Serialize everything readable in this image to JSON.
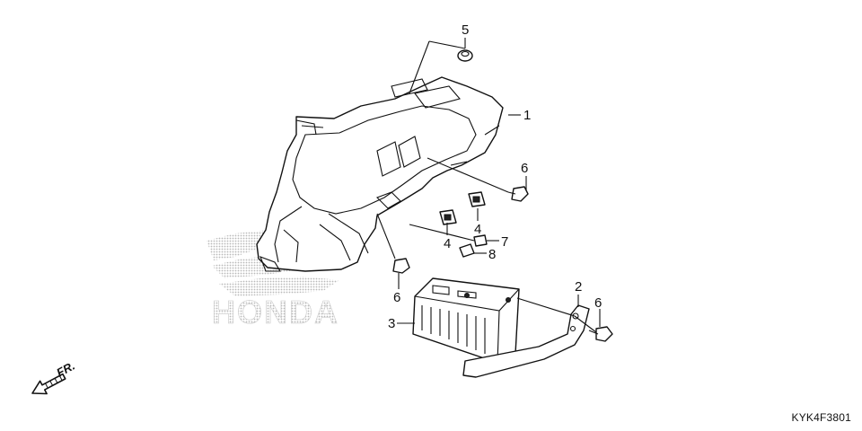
{
  "diagram": {
    "callouts": [
      {
        "id": "callout-1",
        "number": "1"
      },
      {
        "id": "callout-2",
        "number": "2"
      },
      {
        "id": "callout-3",
        "number": "3"
      },
      {
        "id": "callout-4a",
        "number": "4"
      },
      {
        "id": "callout-4b",
        "number": "4"
      },
      {
        "id": "callout-5",
        "number": "5"
      },
      {
        "id": "callout-6a",
        "number": "6"
      },
      {
        "id": "callout-6b",
        "number": "6"
      },
      {
        "id": "callout-6c",
        "number": "6"
      },
      {
        "id": "callout-7",
        "number": "7"
      },
      {
        "id": "callout-8",
        "number": "8"
      }
    ],
    "direction_label": "FR.",
    "watermark_text": "HONDA",
    "figure_code": "KYK4F3801"
  },
  "colors": {
    "line": "#111111",
    "watermark": "#bdbdbd",
    "background": "#ffffff"
  },
  "icons": {
    "direction_arrow": "front-arrow-icon",
    "watermark_logo": "honda-wing-logo"
  }
}
